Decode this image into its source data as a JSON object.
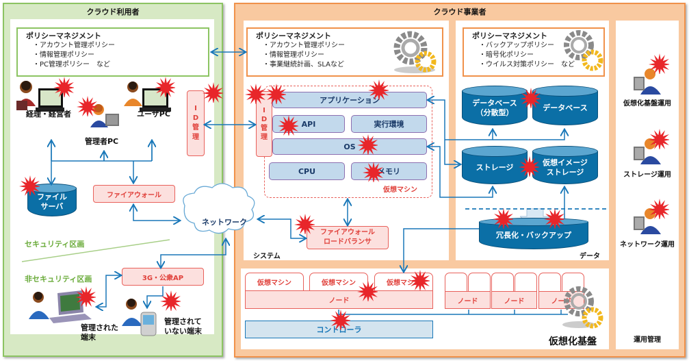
{
  "user_side": {
    "title": "クラウド利用者",
    "policy": {
      "title": "ポリシーマネジメント",
      "items": [
        "・アカウント管理ポリシー",
        "・情報管理ポリシー",
        "・PC管理ポリシー　など"
      ]
    },
    "pc_executive": "経理・経営者",
    "pc_admin": "管理者PC",
    "pc_user": "ユーザPC",
    "id_mgmt": [
      "I",
      "D",
      "管",
      "理"
    ],
    "file_server": [
      "ファイル",
      "サーバ"
    ],
    "firewall": "ファイアウォール",
    "security_zone": "セキュリティ区画",
    "non_security_zone": "非セキュリティ区画",
    "public_ap": "3G・公衆AP",
    "managed_device": [
      "管理された",
      "端末"
    ],
    "unmanaged_device": [
      "管理されて",
      "いない端末"
    ]
  },
  "network": "ネットワーク",
  "provider_side": {
    "title": "クラウド事業者",
    "system_policy": {
      "title": "ポリシーマネジメント",
      "items": [
        "・アカウント管理ポリシー",
        "・情報管理ポリシー",
        "・事業継続計画、SLAなど"
      ]
    },
    "data_policy": {
      "title": "ポリシーマネジメント",
      "items": [
        "・バックアップポリシー",
        "・暗号化ポリシー",
        "・ウイルス対策ポリシー　など"
      ]
    },
    "id_mgmt": [
      "I",
      "D",
      "管",
      "理"
    ],
    "vm": {
      "application": "アプリケーション",
      "api": "API",
      "runtime": "実行環境",
      "os": "OS",
      "cpu": "CPU",
      "memory": "メモリ",
      "label": "仮想マシン"
    },
    "fw_lb": [
      "ファイアウォール",
      "ロードバランサ"
    ],
    "system_label": "システム",
    "data": {
      "db_distributed": [
        "データベース",
        "（分散型）"
      ],
      "db": "データベース",
      "storage": "ストレージ",
      "vm_image_storage": [
        "仮想イメージ",
        "ストレージ"
      ],
      "backup": "冗長化・バックアップ",
      "label": "データ"
    },
    "infra": {
      "vms": [
        "仮想マシン",
        "仮想マシン",
        "仮想マシン"
      ],
      "node": "ノード",
      "small_nodes": [
        "ノード",
        "ノード",
        "ノード"
      ],
      "controller": "コントローラ",
      "label": "仮想化基盤"
    },
    "ops": {
      "virt_ops": "仮想化基盤運用",
      "storage_ops": "ストレージ運用",
      "network_ops": "ネットワーク運用",
      "label": "運用管理"
    }
  },
  "colors": {
    "threat": "#e8262a",
    "user_border": "#8cc462",
    "provider_border": "#f0914a",
    "arrow": "#1877b8",
    "cylinder": "#0b6fa6"
  }
}
